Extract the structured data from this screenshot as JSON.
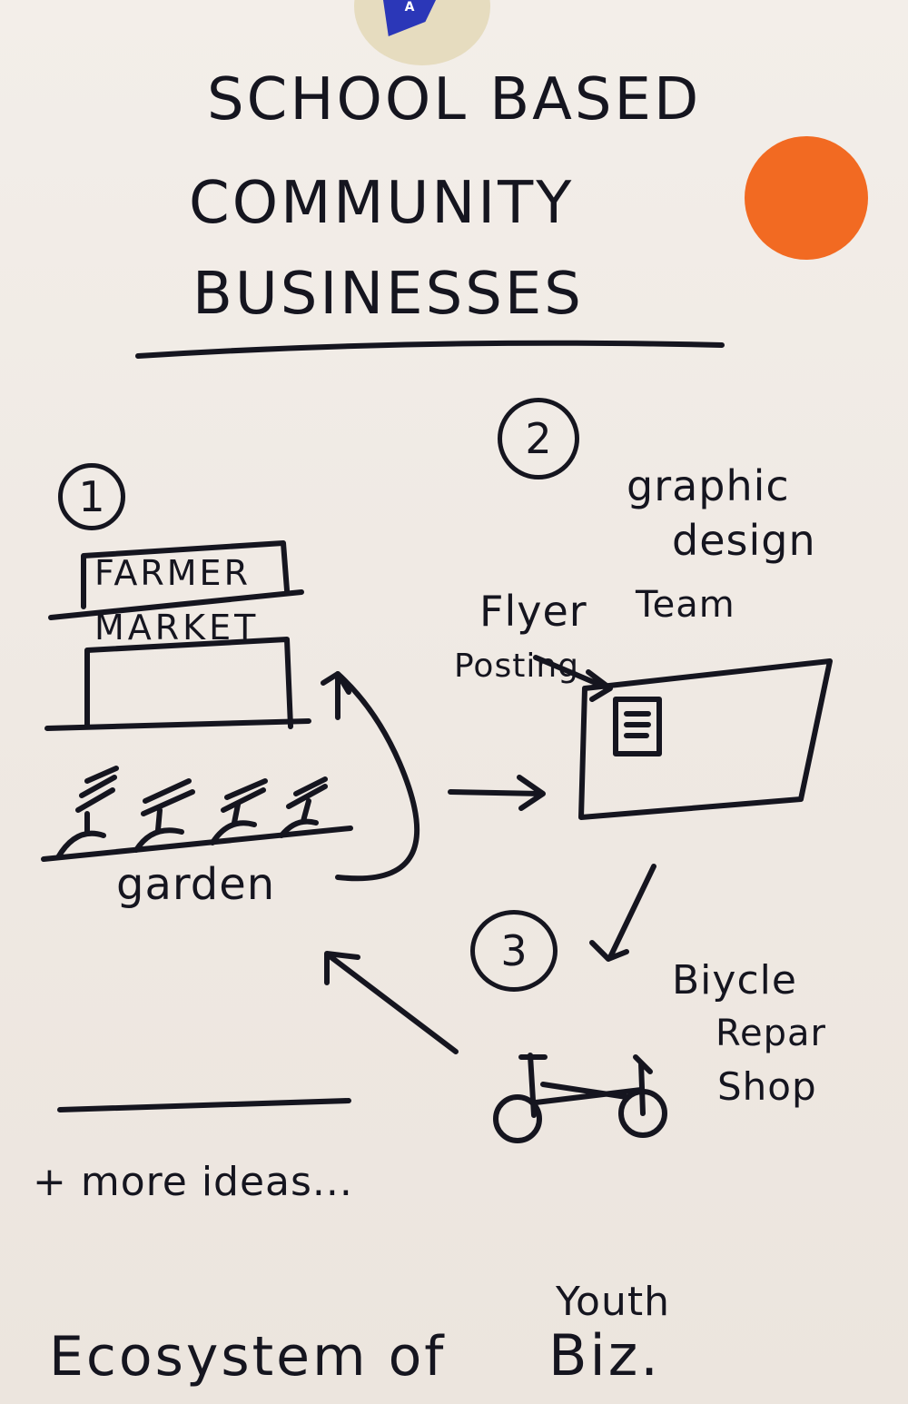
{
  "title": {
    "line1": "SCHOOL BASED",
    "line2": "COMMUNITY",
    "line3": "BUSINESSES"
  },
  "sticker": {
    "tape_text": "A",
    "dot_color": "#f26a22"
  },
  "steps": {
    "one": {
      "number": "1",
      "sign_top": "FARMER",
      "sign_bottom": "MARKET",
      "garden_label": "garden"
    },
    "two": {
      "number": "2",
      "team_label_1": "graphic",
      "team_label_2": "design",
      "team_label_3": "Team",
      "flyer_label": "Flyer",
      "posting_label": "Posting"
    },
    "three": {
      "number": "3",
      "shop_label_1": "Biycle",
      "shop_label_2": "Repar",
      "shop_label_3": "Shop"
    }
  },
  "footer": {
    "more_ideas": "+ more ideas...",
    "ecosystem": "Ecosystem of",
    "youth": "Youth",
    "biz": "Biz."
  }
}
